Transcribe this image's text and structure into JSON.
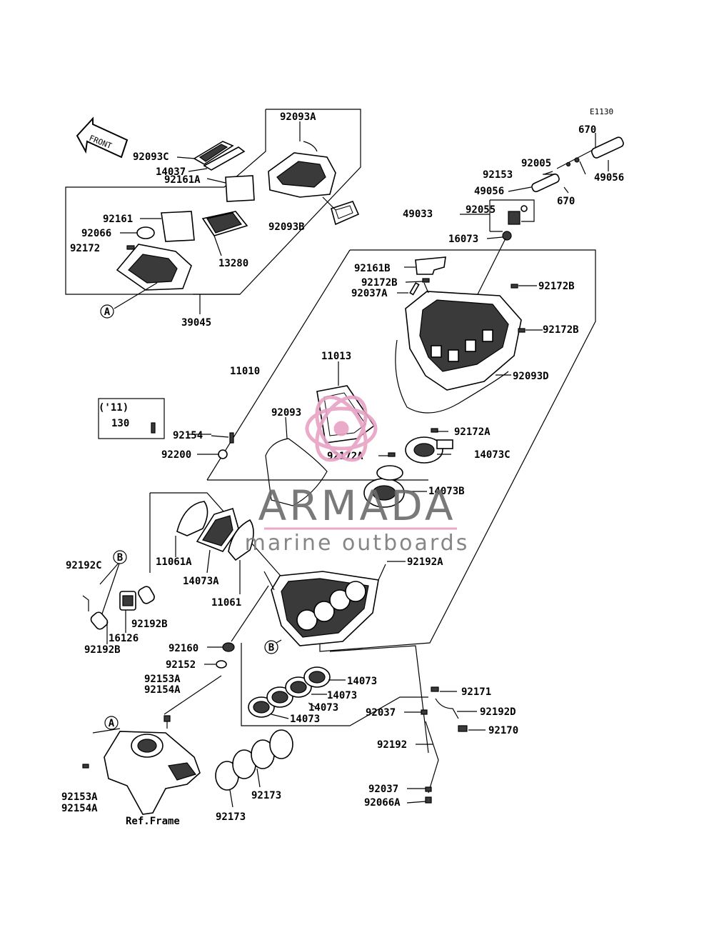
{
  "diagram_code": "E1130",
  "front_arrow": "FRONT",
  "ref_frame": "Ref.Frame",
  "year_note": "('11)",
  "watermark": {
    "title": "ARMADA",
    "subtitle": "marine outboards",
    "accent": "#e8a1c4",
    "title_color": "#6b6b6b"
  },
  "labels": {
    "l92093A": "92093A",
    "l92093C": "92093C",
    "l14037": "14037",
    "l92161A": "92161A",
    "l92161": "92161",
    "l92066": "92066",
    "l92172": "92172",
    "l13280": "13280",
    "l92093B": "92093B",
    "l39045": "39045",
    "lA1": "A",
    "l670a": "670",
    "l92005": "92005",
    "l49056a": "49056",
    "l92153": "92153",
    "l49056b": "49056",
    "l670b": "670",
    "l49033": "49033",
    "l92055": "92055",
    "l16073": "16073",
    "l92161B": "92161B",
    "l92172B1": "92172B",
    "l92037A": "92037A",
    "l92172B2": "92172B",
    "l92172B3": "92172B",
    "l92093D": "92093D",
    "l11010": "11010",
    "l11013": "11013",
    "l130": "130",
    "l92154": "92154",
    "l92200": "92200",
    "l92093": "92093",
    "l92172A1": "92172A",
    "l92172A2": "92172A",
    "l14073C": "14073C",
    "l14073B": "14073B",
    "l11061A": "11061A",
    "l14073A": "14073A",
    "l11061": "11061",
    "l92192A": "92192A",
    "l92192C": "92192C",
    "lB1": "B",
    "l92192B1": "92192B",
    "l16126": "16126",
    "l92192B2": "92192B",
    "lB2": "B",
    "l92160": "92160",
    "l92152": "92152",
    "l14073a": "14073",
    "l14073b": "14073",
    "l14073c": "14073",
    "l14073d": "14073",
    "l92153A1": "92153A",
    "l92154A1": "92154A",
    "lA2": "A",
    "l92153A2": "92153A",
    "l92154A2": "92154A",
    "l92171": "92171",
    "l92037a": "92037",
    "l92192D": "92192D",
    "l92170": "92170",
    "l92192": "92192",
    "l92037b": "92037",
    "l92066A": "92066A",
    "l92173a": "92173",
    "l92173b": "92173"
  }
}
